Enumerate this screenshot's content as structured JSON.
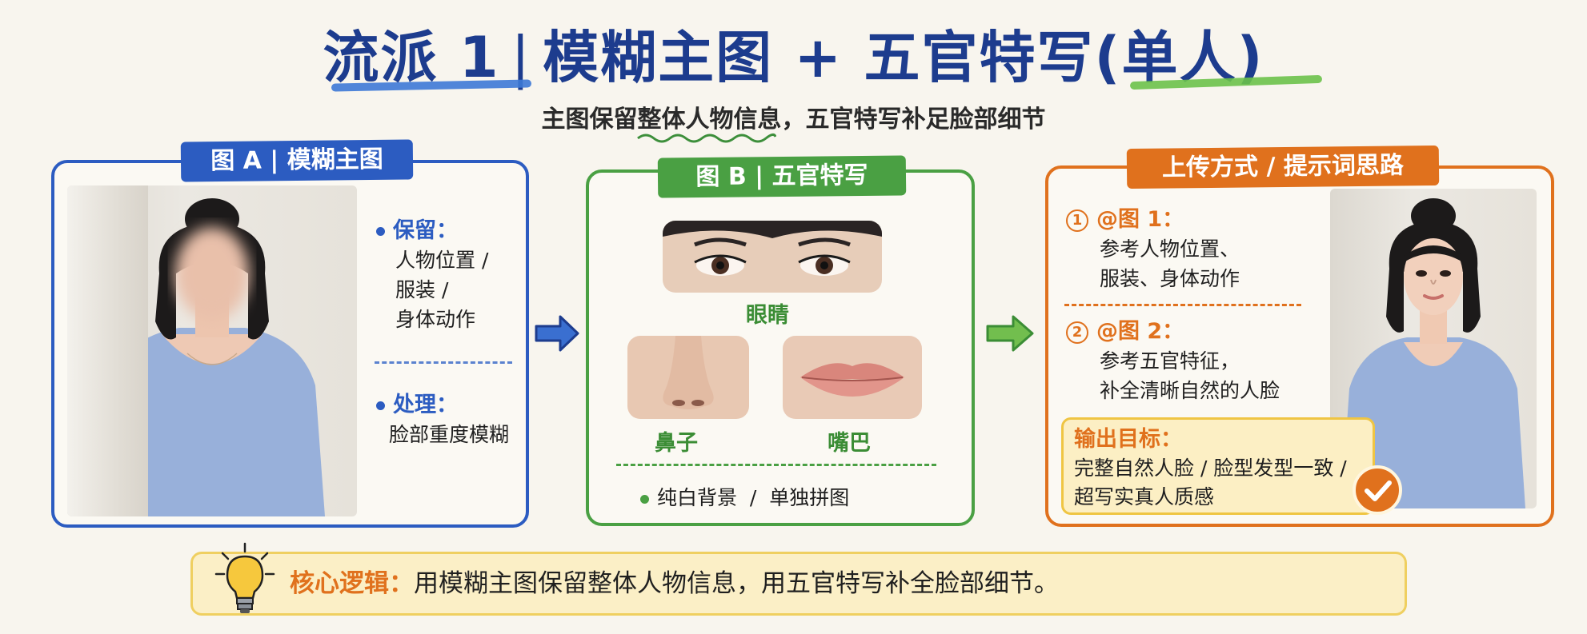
{
  "title": {
    "part1": "流派 1",
    "separator": "|",
    "part2": "模糊主图 + 五官特写",
    "part3": "(单人)"
  },
  "subtitle": "主图保留整体人物信息，五官特写补足脸部细节",
  "panel_a": {
    "tag": "图 A | 模糊主图",
    "keep_heading": "保留：",
    "keep_lines": [
      "人物位置 /",
      "服装 /",
      "身体动作"
    ],
    "process_heading": "处理：",
    "process_line": "脸部重度模糊"
  },
  "panel_b": {
    "tag": "图 B | 五官特写",
    "eyes_label": "眼睛",
    "nose_label": "鼻子",
    "mouth_label": "嘴巴",
    "footer": "纯白背景  /  单独拼图"
  },
  "panel_c": {
    "tag": "上传方式 / 提示词思路",
    "step1_num": "1",
    "step1_title": "@图 1：",
    "step1_lines": [
      "参考人物位置、",
      "服装、身体动作"
    ],
    "step2_num": "2",
    "step2_title": "@图 2：",
    "step2_lines": [
      "参考五官特征，",
      "补全清晰自然的人脸"
    ],
    "goal_heading": "输出目标：",
    "goal_lines": [
      "完整自然人脸 / 脸型发型一致 /",
      "超写实真人质感"
    ]
  },
  "banner": {
    "lead": "核心逻辑：",
    "text": "用模糊主图保留整体人物信息，用五官特写补全脸部细节。"
  },
  "icons": {
    "bulb": "lightbulb-icon",
    "check": "check-icon",
    "arrow": "arrow-right-icon"
  },
  "colors": {
    "blue": "#2c5cc1",
    "green": "#4aa043",
    "orange": "#e0711d",
    "yellow": "#efc543"
  }
}
